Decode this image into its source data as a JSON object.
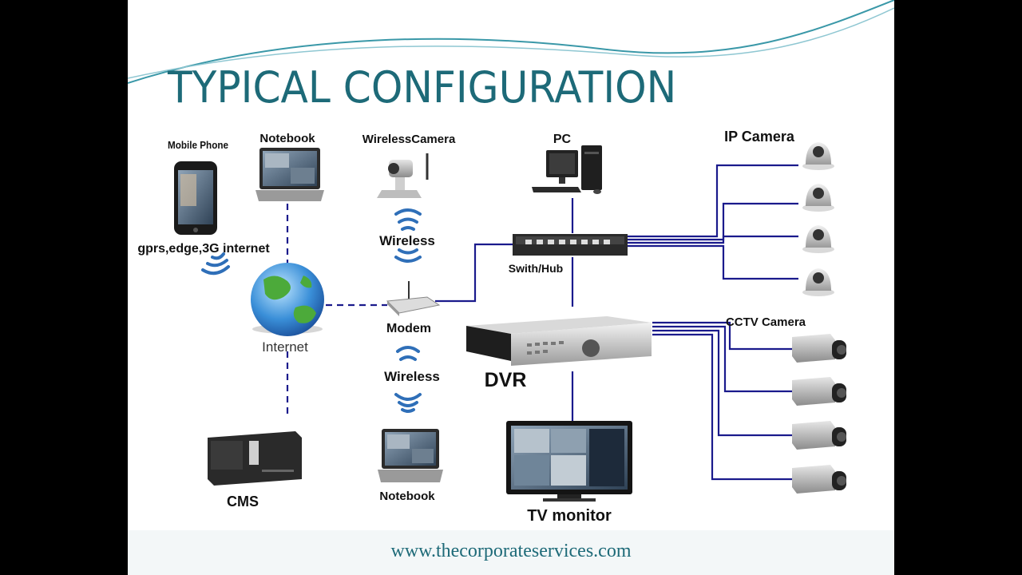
{
  "slide": {
    "title": "TYPICAL CONFIGURATION",
    "footer_url": "www.thecorporateservices.com"
  },
  "labels": {
    "mobile_phone": "Mobile Phone",
    "notebook_top": "Notebook",
    "wireless_camera": "WirelessCamera",
    "pc": "PC",
    "ip_camera": "IP Camera",
    "gprs": "gprs,edge,3G internet",
    "wireless_top": "Wireless",
    "switch_hub": "Swith/Hub",
    "internet": "Internet",
    "modem": "Modem",
    "cctv_camera": "CCTV Camera",
    "wireless_bottom": "Wireless",
    "dvr": "DVR",
    "cms": "CMS",
    "notebook_bottom": "Notebook",
    "tv_monitor": "TV monitor"
  },
  "colors": {
    "title": "#1d6a78",
    "link_line": "#1a1a8c",
    "wave": "#3a98a8"
  },
  "icons": [
    "mobile-phone-icon",
    "notebook-icon",
    "wireless-camera-icon",
    "pc-icon",
    "ip-camera-icon",
    "wireless-signal-icon",
    "switch-hub-icon",
    "globe-icon",
    "modem-icon",
    "dvr-icon",
    "cctv-camera-icon",
    "cms-server-icon",
    "tv-monitor-icon"
  ]
}
